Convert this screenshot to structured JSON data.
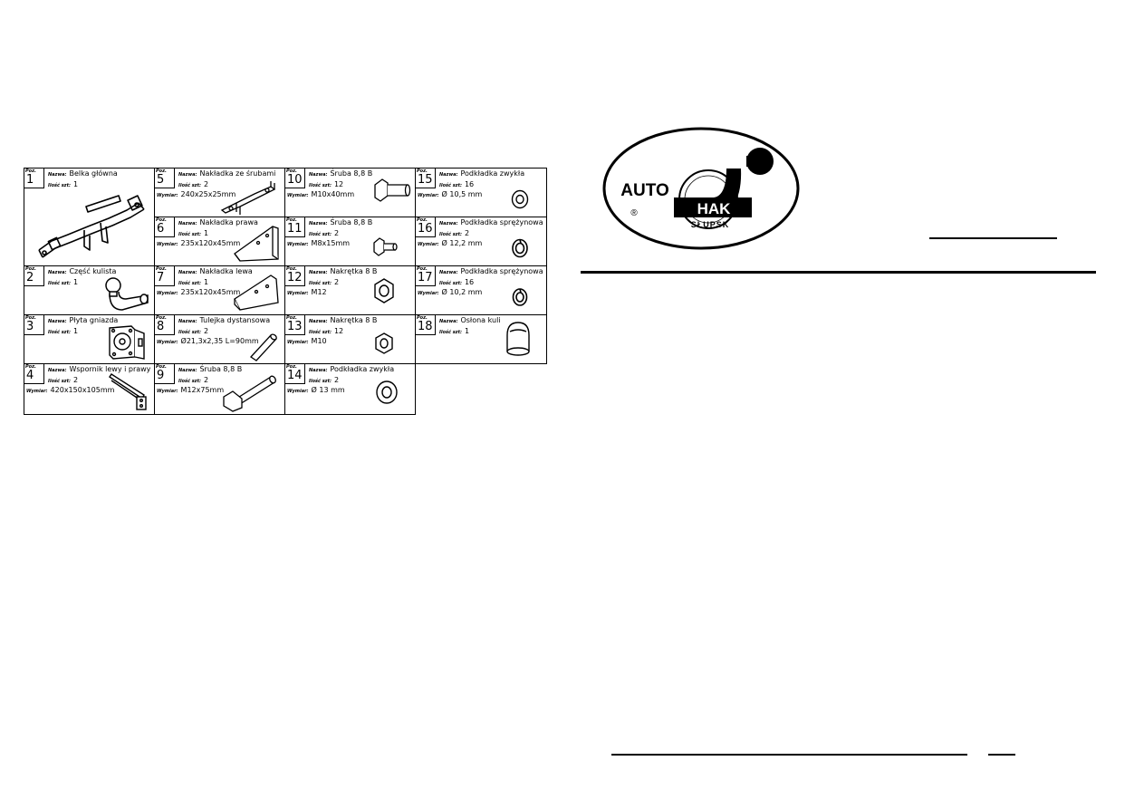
{
  "labels": {
    "poz": "Poz.",
    "nazwa": "Nazwa:",
    "ilosc": "Ilość szt:",
    "wymiar": "Wymiar:"
  },
  "parts": [
    {
      "poz": "1",
      "name": "Belka główna",
      "qty": "1",
      "dim": "",
      "icon": "main-beam-icon"
    },
    {
      "poz": "2",
      "name": "Część kulista",
      "qty": "1",
      "dim": "",
      "icon": "tow-ball-icon"
    },
    {
      "poz": "3",
      "name": "Płyta gniazda",
      "qty": "1",
      "dim": "",
      "icon": "socket-plate-icon"
    },
    {
      "poz": "4",
      "name": "Wspornik lewy i prawy",
      "qty": "2",
      "dim": "420x150x105mm",
      "icon": "bracket-icon"
    },
    {
      "poz": "5",
      "name": "Nakładka ze śrubami",
      "qty": "2",
      "dim": "240x25x25mm",
      "icon": "bolted-plate-icon"
    },
    {
      "poz": "6",
      "name": "Nakładka prawa",
      "qty": "1",
      "dim": "235x120x45mm",
      "icon": "right-plate-icon"
    },
    {
      "poz": "7",
      "name": "Nakładka lewa",
      "qty": "1",
      "dim": "235x120x45mm",
      "icon": "left-plate-icon"
    },
    {
      "poz": "8",
      "name": "Tulejka dystansowa",
      "qty": "2",
      "dim": "Ø21,3x2,35 L=90mm",
      "icon": "spacer-sleeve-icon"
    },
    {
      "poz": "9",
      "name": "Śruba 8,8 B",
      "qty": "2",
      "dim": "M12x75mm",
      "icon": "long-bolt-icon"
    },
    {
      "poz": "10",
      "name": "Śruba 8,8 B",
      "qty": "12",
      "dim": "M10x40mm",
      "icon": "bolt-icon"
    },
    {
      "poz": "11",
      "name": "Śruba 8,8 B",
      "qty": "2",
      "dim": "M8x15mm",
      "icon": "small-bolt-icon"
    },
    {
      "poz": "12",
      "name": "Nakrętka 8 B",
      "qty": "2",
      "dim": "M12",
      "icon": "nut-icon"
    },
    {
      "poz": "13",
      "name": "Nakrętka 8 B",
      "qty": "12",
      "dim": "M10",
      "icon": "nut-icon"
    },
    {
      "poz": "14",
      "name": "Podkładka zwykła",
      "qty": "2",
      "dim": "Ø 13 mm",
      "icon": "flat-washer-icon"
    },
    {
      "poz": "15",
      "name": "Podkładka zwykła",
      "qty": "16",
      "dim": "Ø 10,5 mm",
      "icon": "flat-washer-icon"
    },
    {
      "poz": "16",
      "name": "Podkładka sprężynowa",
      "qty": "2",
      "dim": "Ø 12,2 mm",
      "icon": "spring-washer-icon"
    },
    {
      "poz": "17",
      "name": "Podkładka sprężynowa",
      "qty": "16",
      "dim": "Ø 10,2 mm",
      "icon": "spring-washer-icon"
    },
    {
      "poz": "18",
      "name": "Osłona kuli",
      "qty": "1",
      "dim": "",
      "icon": "ball-cover-icon"
    }
  ],
  "logo": {
    "auto": "AUTO",
    "hak": "HAK",
    "city": "SŁUPSK",
    "reg": "®"
  }
}
